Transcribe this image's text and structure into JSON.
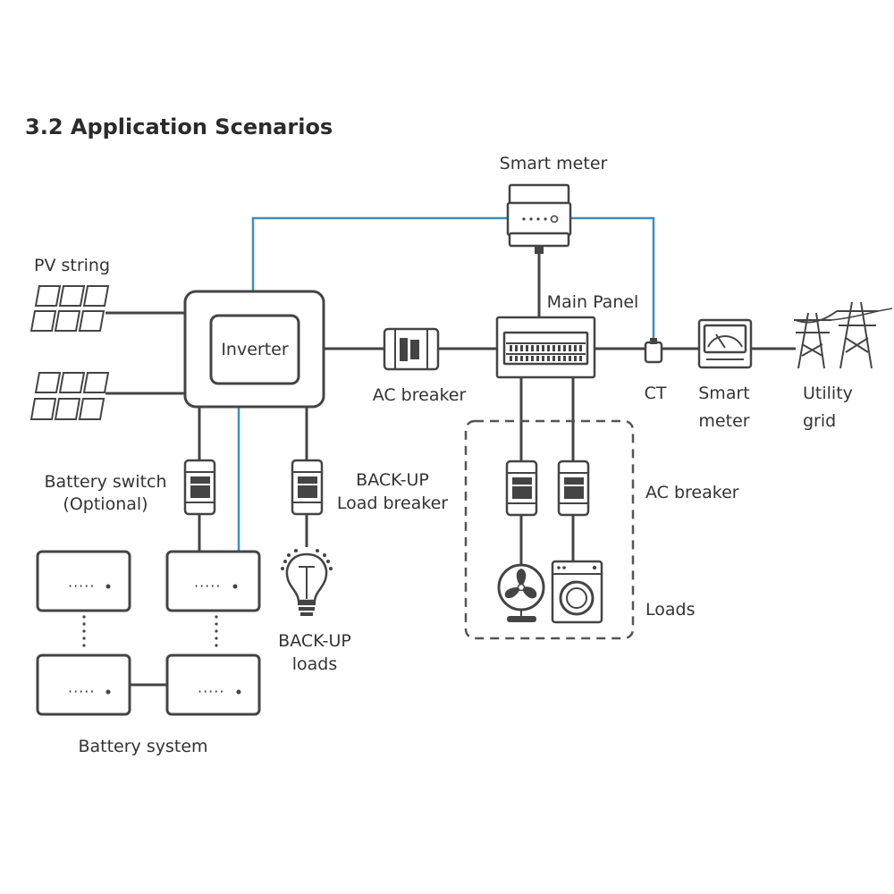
{
  "title": "3.2  Application Scenarios",
  "labels": {
    "smart_meter_top": "Smart meter",
    "pv_string": "PV string",
    "inverter": "Inverter",
    "main_panel": "Main Panel",
    "ac_breaker_main": "AC breaker",
    "ct": "CT",
    "smart_meter_grid": [
      "Smart",
      "meter"
    ],
    "utility_grid": [
      "Utility",
      "grid"
    ],
    "battery_switch": [
      "Battery switch",
      "(Optional)"
    ],
    "backup_load_breaker": [
      "BACK-UP",
      "Load breaker"
    ],
    "ac_breaker_loads": "AC breaker",
    "loads": "Loads",
    "backup_loads": [
      "BACK-UP",
      "loads"
    ],
    "battery_system": "Battery system"
  },
  "colors": {
    "wire": "#444444",
    "comm_line": "#3a8fc4",
    "text": "#333333"
  }
}
